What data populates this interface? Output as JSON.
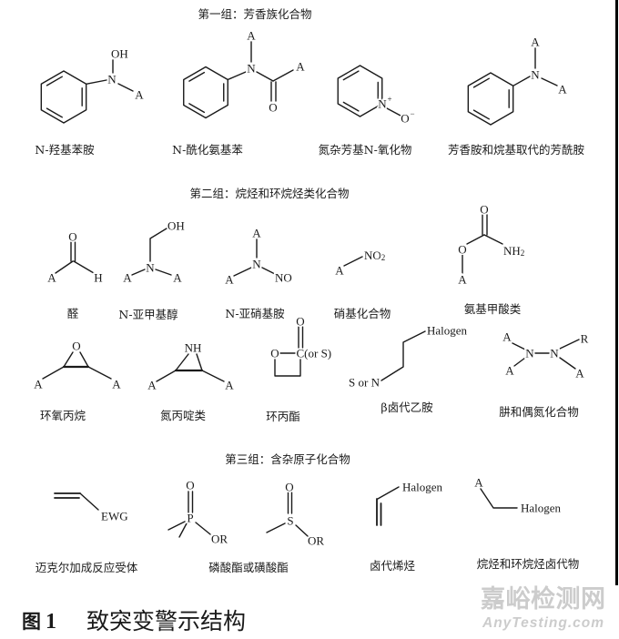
{
  "colors": {
    "ink": "#1a1a1a",
    "watermark": "#cccccc",
    "edge": "#000000"
  },
  "groups": [
    {
      "title": "第一组：芳香族化合物",
      "structures": [
        {
          "name": "N-羟基苯胺",
          "atoms": [
            "N",
            "OH",
            "A"
          ]
        },
        {
          "name": "N-酰化氨基苯",
          "atoms": [
            "N",
            "A",
            "A",
            "O"
          ]
        },
        {
          "name": "氮杂芳基N-氧化物",
          "atoms": [
            "N",
            "+",
            "O",
            "−"
          ]
        },
        {
          "name": "芳香胺和烷基取代的芳酰胺",
          "atoms": [
            "N",
            "A",
            "A"
          ]
        }
      ]
    },
    {
      "title": "第二组：烷烃和环烷烃类化合物",
      "structures": [
        {
          "name": "醛",
          "atoms": [
            "O",
            "A",
            "H"
          ]
        },
        {
          "name": "N-亚甲基醇",
          "atoms": [
            "OH",
            "N",
            "A",
            "A"
          ]
        },
        {
          "name": "N-亚硝基胺",
          "atoms": [
            "A",
            "N",
            "A",
            "NO"
          ]
        },
        {
          "name": "硝基化合物",
          "atoms": [
            "A",
            "NO",
            "2"
          ]
        },
        {
          "name": "氨基甲酸类",
          "atoms": [
            "O",
            "NH",
            "2",
            "O",
            "A"
          ]
        },
        {
          "name": "环氧丙烷",
          "atoms": [
            "O",
            "A",
            "A"
          ]
        },
        {
          "name": "氮丙啶类",
          "atoms": [
            "NH",
            "A",
            "A"
          ]
        },
        {
          "name": "环丙酯",
          "atoms": [
            "O",
            "C(or S)",
            "O"
          ]
        },
        {
          "name": "β卤代乙胺",
          "atoms": [
            "Halogen",
            "S or N"
          ]
        },
        {
          "name": "肼和偶氮化合物",
          "atoms": [
            "A",
            "N",
            "N",
            "A",
            "R",
            "A"
          ]
        }
      ]
    },
    {
      "title": "第三组：含杂原子化合物",
      "structures": [
        {
          "name": "迈克尔加成反应受体",
          "atoms": [
            "EWG"
          ]
        },
        {
          "name": "磷酸酯或磺酸酯",
          "atoms": [
            "O",
            "P",
            "OR",
            "O",
            "S",
            "OR"
          ]
        },
        {
          "name": "卤代烯烃",
          "atoms": [
            "Halogen"
          ]
        },
        {
          "name": "烷烃和环烷烃卤代物",
          "atoms": [
            "A",
            "Halogen"
          ]
        }
      ]
    }
  ],
  "caption": {
    "figure_label": "图",
    "figure_number": "1",
    "title": "致突变警示结构"
  },
  "watermark": {
    "cn": "嘉峪检测网",
    "en": "AnyTesting.com"
  }
}
